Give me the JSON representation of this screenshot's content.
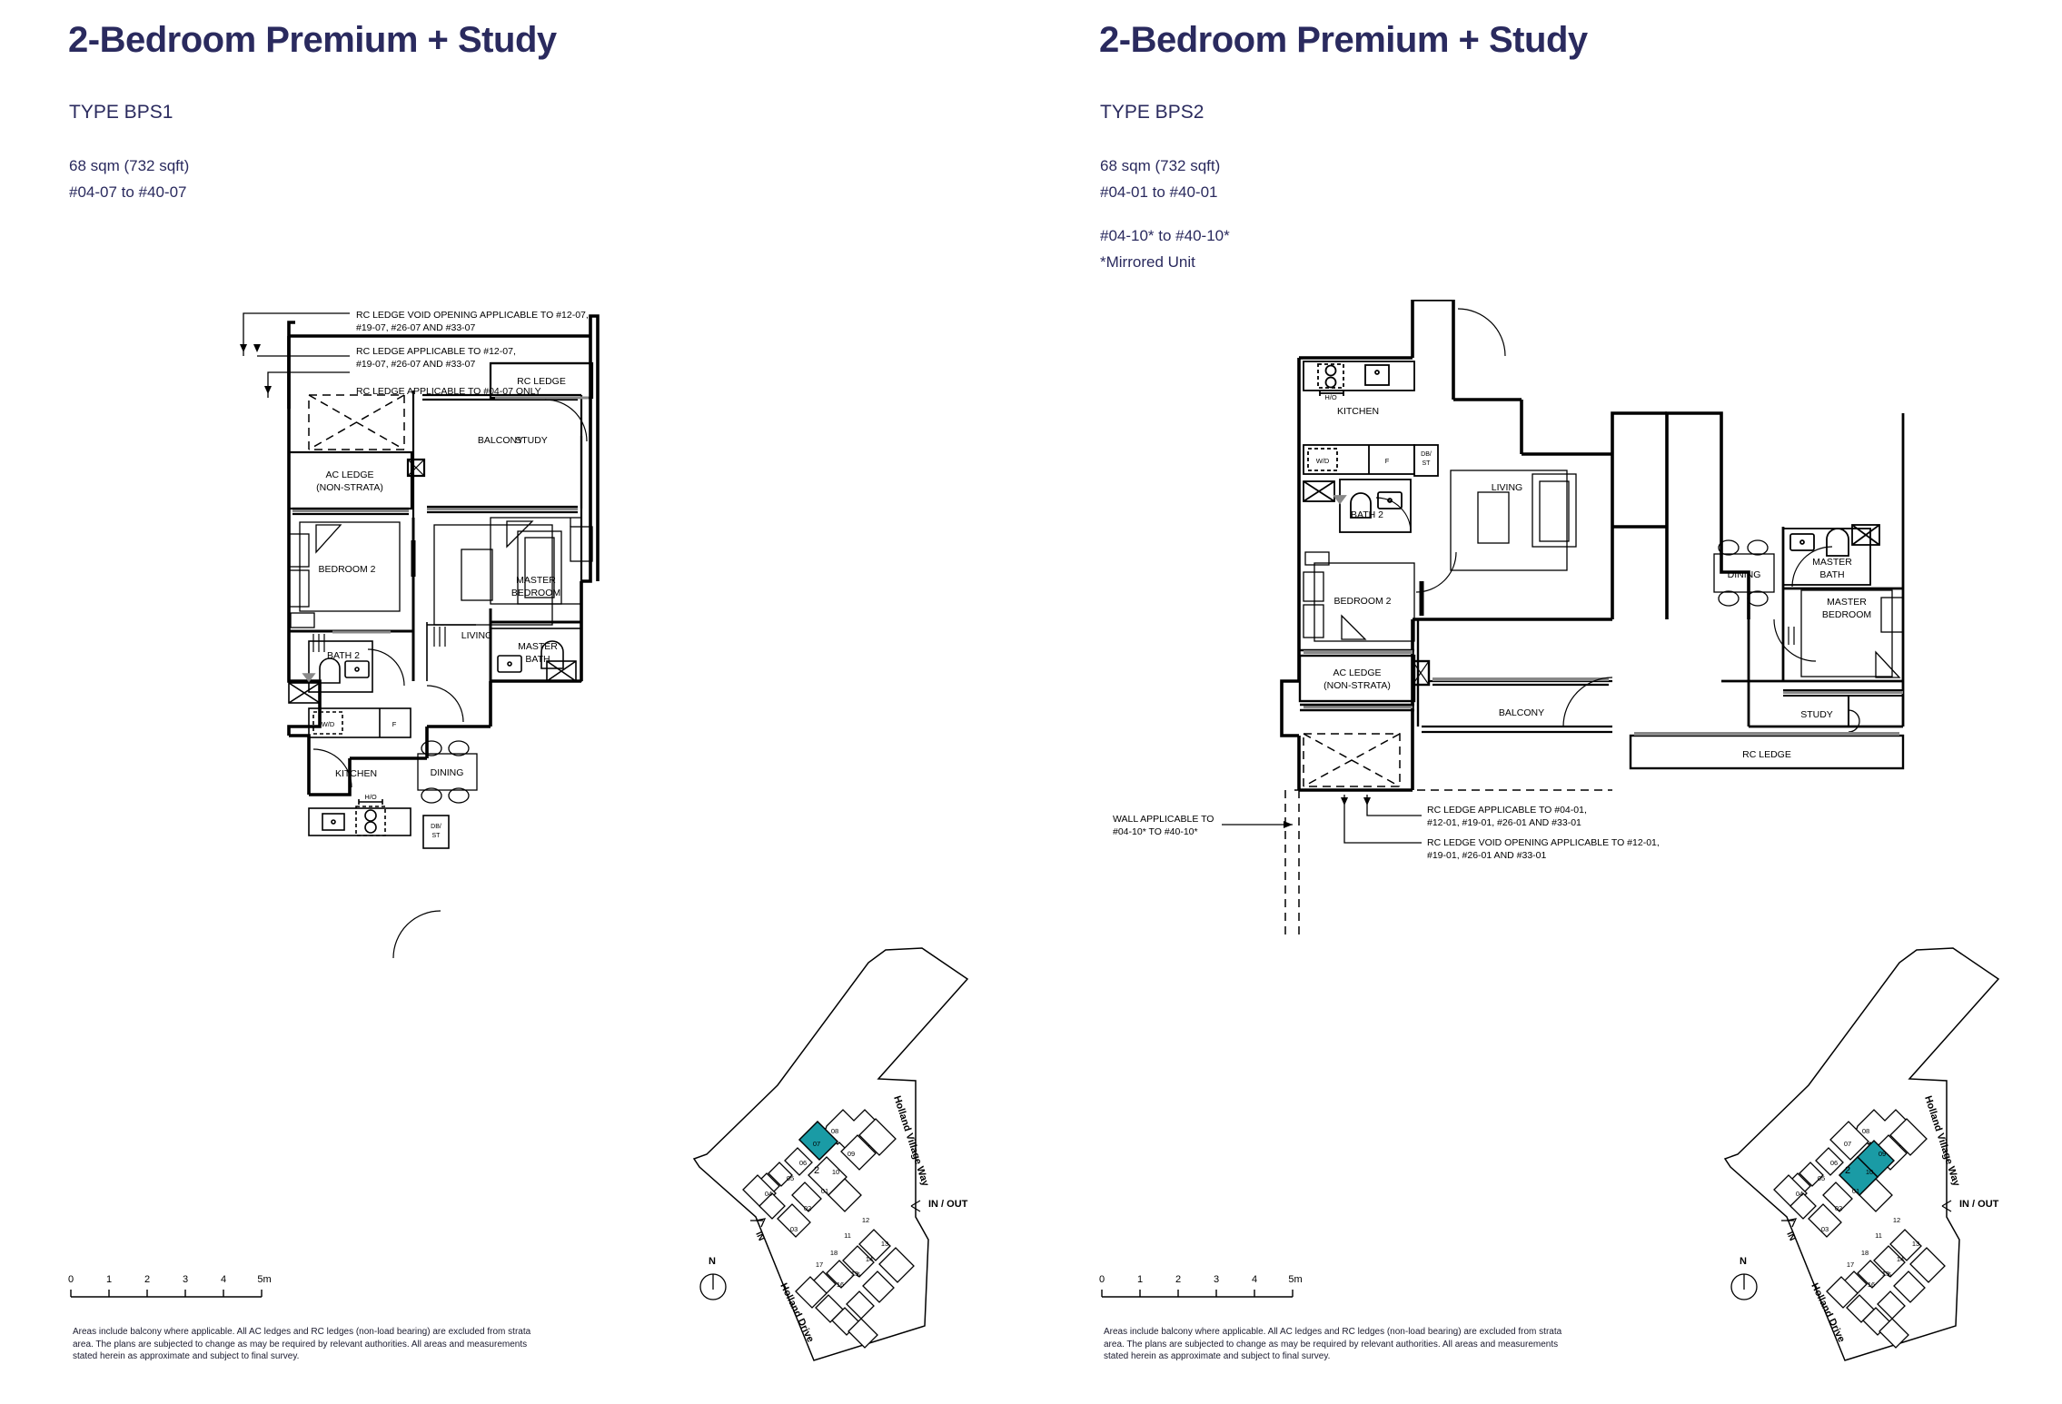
{
  "colors": {
    "heading": "#2a2a5e",
    "ink": "#1a1a2e",
    "highlight": "#1a9ba5",
    "line": "#000000"
  },
  "panels": [
    {
      "id": "bps1",
      "title": "2-Bedroom Premium + Study",
      "type_label": "TYPE BPS1",
      "area": "68 sqm (732 sqft)",
      "units": "#04-07 to #40-07",
      "units_mirror": "",
      "mirror_note": "",
      "callouts": [
        {
          "id": "rc-void",
          "lines": [
            "RC LEDGE VOID OPENING APPLICABLE TO #12-07,",
            "#19-07, #26-07 AND #33-07"
          ]
        },
        {
          "id": "rc-ledge",
          "lines": [
            "RC LEDGE APPLICABLE TO #12-07,",
            "#19-07, #26-07 AND #33-07"
          ]
        },
        {
          "id": "rc-ledge-04",
          "lines": [
            "RC LEDGE APPLICABLE TO #04-07 ONLY"
          ]
        }
      ],
      "rooms": [
        "RC LEDGE",
        "AC LEDGE",
        "(NON-STRATA)",
        "BALCONY",
        "STUDY",
        "BEDROOM 2",
        "LIVING",
        "MASTER",
        "BEDROOM",
        "BATH 2",
        "DINING",
        "MASTER",
        "BATH",
        "KITCHEN",
        "W/D",
        "F",
        "H/O",
        "DB/",
        "ST"
      ],
      "keyplan": {
        "highlight_units": [
          "07"
        ],
        "block_labels": [
          "08",
          "07",
          "06",
          "05",
          "04",
          "2",
          "01",
          "10",
          "09",
          "02",
          "03",
          "12",
          "11",
          "13",
          "18",
          "6",
          "14",
          "17",
          "15",
          "16"
        ],
        "roads": [
          "Holland Village Way",
          "Holland Drive"
        ],
        "markers": [
          "IN / OUT",
          "IN",
          "N"
        ]
      }
    },
    {
      "id": "bps2",
      "title": "2-Bedroom Premium + Study",
      "type_label": "TYPE BPS2",
      "area": "68 sqm (732 sqft)",
      "units": "#04-01 to #40-01",
      "units_mirror": "#04-10* to #40-10*",
      "mirror_note": "*Mirrored Unit",
      "callouts": [
        {
          "id": "rc-ledge",
          "lines": [
            "RC LEDGE APPLICABLE TO #04-01,",
            "#12-01, #19-01, #26-01 AND #33-01"
          ]
        },
        {
          "id": "rc-void",
          "lines": [
            "RC LEDGE VOID OPENING APPLICABLE TO #12-01,",
            "#19-01, #26-01 AND #33-01"
          ]
        },
        {
          "id": "wall",
          "lines": [
            "WALL APPLICABLE TO",
            "#04-10* TO #40-10*"
          ]
        }
      ],
      "rooms": [
        "KITCHEN",
        "W/D",
        "F",
        "DB/",
        "ST",
        "H/O",
        "BATH 2",
        "DINING",
        "MASTER",
        "BATH",
        "BEDROOM 2",
        "LIVING",
        "MASTER",
        "BEDROOM",
        "AC LEDGE",
        "(NON-STRATA)",
        "BALCONY",
        "STUDY",
        "RC LEDGE"
      ],
      "keyplan": {
        "highlight_units": [
          "01",
          "10"
        ],
        "block_labels": [
          "08",
          "07",
          "06",
          "05",
          "04",
          "2",
          "01",
          "10",
          "09",
          "02",
          "03",
          "12",
          "11",
          "13",
          "18",
          "6",
          "14",
          "17",
          "15",
          "16"
        ],
        "roads": [
          "Holland Village Way",
          "Holland Drive"
        ],
        "markers": [
          "IN / OUT",
          "IN",
          "N"
        ]
      }
    }
  ],
  "scalebar": {
    "ticks": [
      "0",
      "1",
      "2",
      "3",
      "4",
      "5m"
    ]
  },
  "disclaimer": "Areas include balcony where applicable. All AC ledges and RC ledges (non-load bearing) are excluded from strata area. The plans are subjected to change as may be required by relevant authorities. All areas and measurements stated herein as approximate and subject to final survey."
}
